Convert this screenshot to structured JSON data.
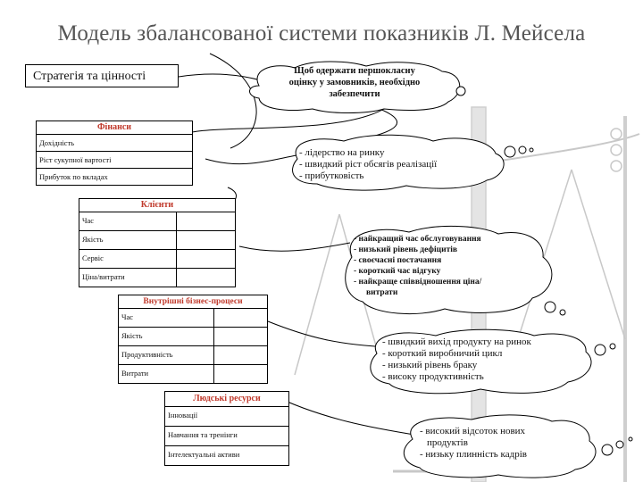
{
  "title": "Модель збалансованої системи показників Л. Мейсела",
  "strategy": "Стратегія та цінності",
  "cloud_top": [
    "Щоб одержати першокласну",
    "оцінку у замовників, необхідно",
    "забезпечити"
  ],
  "finance": {
    "header": "Фінанси",
    "rows": [
      "Дохідність",
      "Ріст сукупної вартості",
      "Прибуток по вкладах"
    ],
    "cloud": [
      "- лідерство на ринку",
      "- швидкий ріст обсягів реалізації",
      "- прибутковість"
    ]
  },
  "clients": {
    "header": "Клієнти",
    "rows": [
      "Час",
      "Якість",
      "Сервіс",
      "Ціна/витрати"
    ],
    "cloud": [
      "- найкращий час обслуговування",
      "- низький рівень дефіцитів",
      "- своєчасні постачання",
      "- короткий час відгуку",
      "- найкраще співвідношення ціна/",
      "витрати"
    ]
  },
  "internal": {
    "header": "Внутрішні бізнес-процеси",
    "rows": [
      "Час",
      "Якість",
      "Продуктивність",
      "Витрати"
    ],
    "cloud": [
      "- швидкий вихід продукту на ринок",
      "- короткий виробничий цикл",
      "- низький рівень браку",
      "- високу продуктивність"
    ]
  },
  "people": {
    "header": "Людські ресурси",
    "rows": [
      "Інновації",
      "Навчання та тренінги",
      "Інтелектуальні активи"
    ],
    "cloud": [
      "- високий відсоток нових",
      "продуктів",
      "- низьку плинність кадрів"
    ]
  },
  "colors": {
    "header_text": "#c0392b",
    "title": "#555555",
    "scale": "#c8c8c8"
  }
}
